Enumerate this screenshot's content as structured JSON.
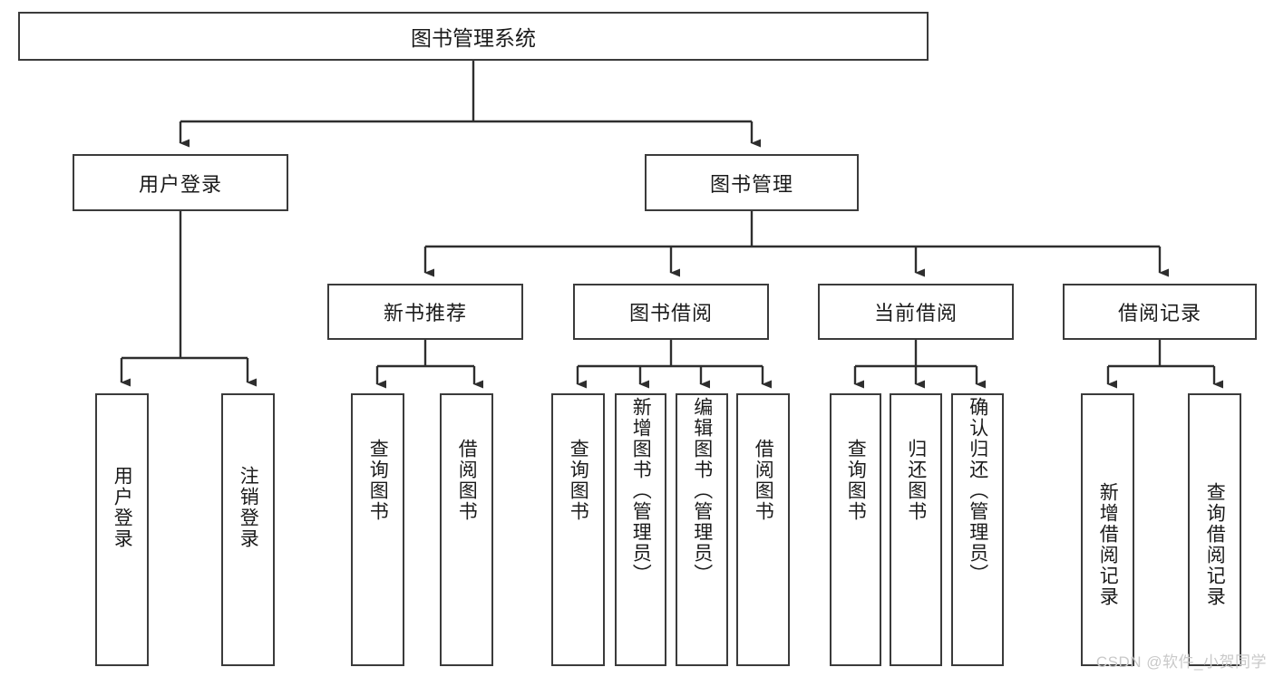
{
  "diagram": {
    "title": "图书管理系统",
    "type": "tree",
    "root": {
      "label": "图书管理系统"
    },
    "level2": [
      {
        "label": "用户登录"
      },
      {
        "label": "图书管理"
      }
    ],
    "level3": [
      {
        "label": "新书推荐"
      },
      {
        "label": "图书借阅"
      },
      {
        "label": "当前借阅"
      },
      {
        "label": "借阅记录"
      }
    ],
    "leaves": {
      "user_login": [
        {
          "label": "用户登录"
        },
        {
          "label": "注销登录"
        }
      ],
      "new_book_recommend": [
        {
          "label": "查询图书"
        },
        {
          "label": "借阅图书"
        }
      ],
      "book_borrow": [
        {
          "label": "查询图书"
        },
        {
          "label": "新增图书（管理员）"
        },
        {
          "label": "编辑图书（管理员）"
        },
        {
          "label": "借阅图书"
        }
      ],
      "current_borrow": [
        {
          "label": "查询图书"
        },
        {
          "label": "归还图书"
        },
        {
          "label": "确认归还（管理员）"
        }
      ],
      "borrow_record": [
        {
          "label": "新增借阅记录"
        },
        {
          "label": "查询借阅记录"
        }
      ]
    }
  },
  "watermark": {
    "text": "CSDN @软件_小贺同学"
  },
  "colors": {
    "stroke": "#3b3b3b",
    "text": "#1b1b1b",
    "background": "#ffffff",
    "watermark": "#c9c9c9"
  }
}
